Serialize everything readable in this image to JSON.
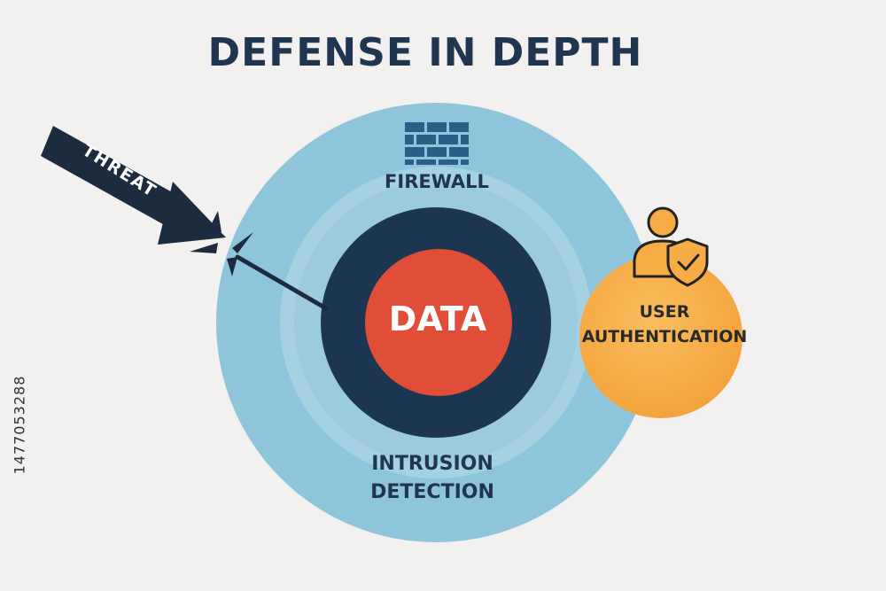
{
  "title": "DEFENSE IN DEPTH",
  "layers": {
    "outer": {
      "label": "FIREWALL",
      "icon": "brick-wall-icon",
      "color": "#8ec5da"
    },
    "middle": {
      "label_line1": "INTRUSION",
      "label_line2": "DETECTION",
      "color": "#a6d1e2"
    },
    "inner_ring": {
      "color": "#1c3550"
    },
    "core": {
      "label": "DATA",
      "color": "#e14e37"
    }
  },
  "threat": {
    "label": "THREAT",
    "color": "#1c2b3d"
  },
  "user_authentication": {
    "label_line1": "USER",
    "label_line2": "AUTHENTICATION",
    "icon": "user-shield-icon",
    "color": "#f7ad45"
  },
  "side_text": "1477053288"
}
